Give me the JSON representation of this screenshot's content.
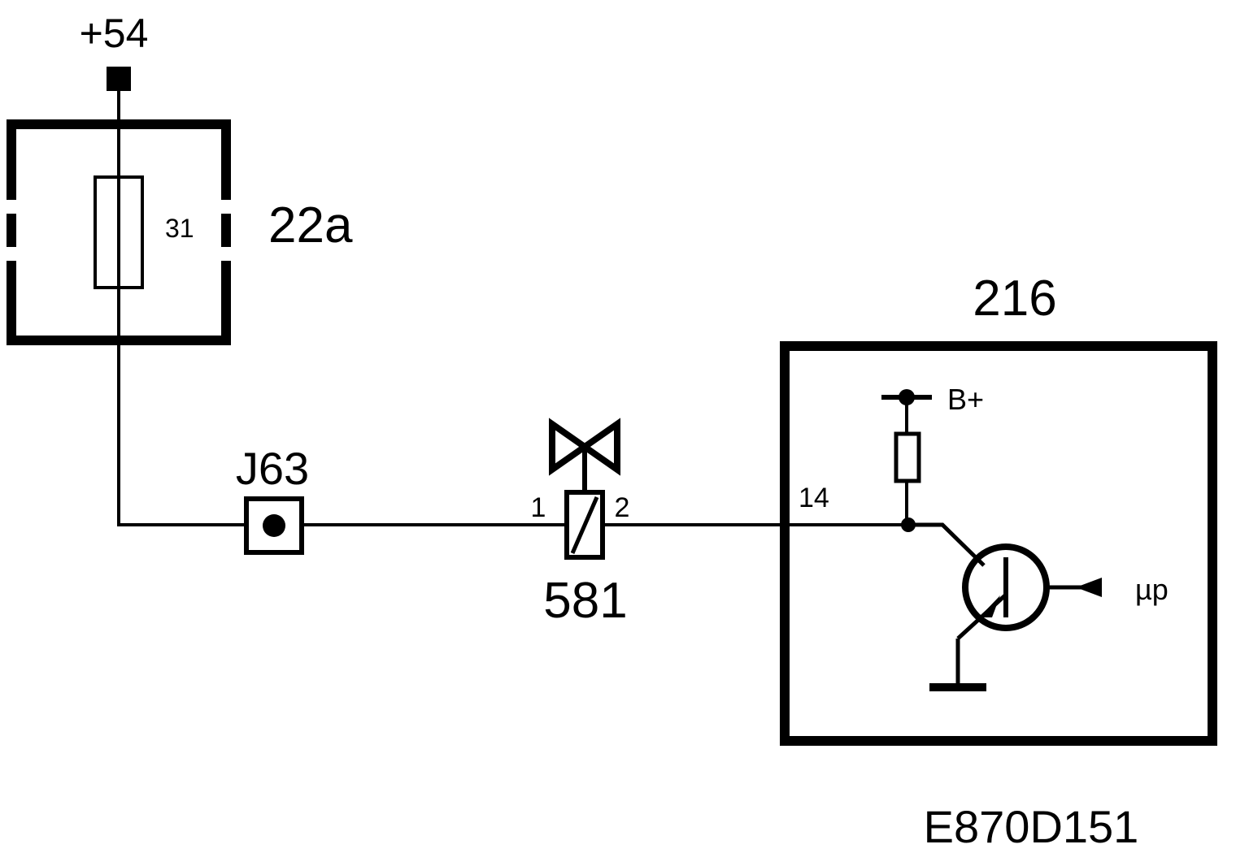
{
  "supply": {
    "label": "+54"
  },
  "fuse_block": {
    "label": "22a",
    "fuse_number": "31"
  },
  "connector": {
    "label": "J63"
  },
  "valve": {
    "label": "581",
    "pin1": "1",
    "pin2": "2"
  },
  "module": {
    "label": "216",
    "pin": "14",
    "bplus": "B+",
    "control": "µp"
  },
  "drawing": {
    "id": "E870D151"
  },
  "colors": {
    "line": "#000000",
    "background": "#ffffff"
  }
}
